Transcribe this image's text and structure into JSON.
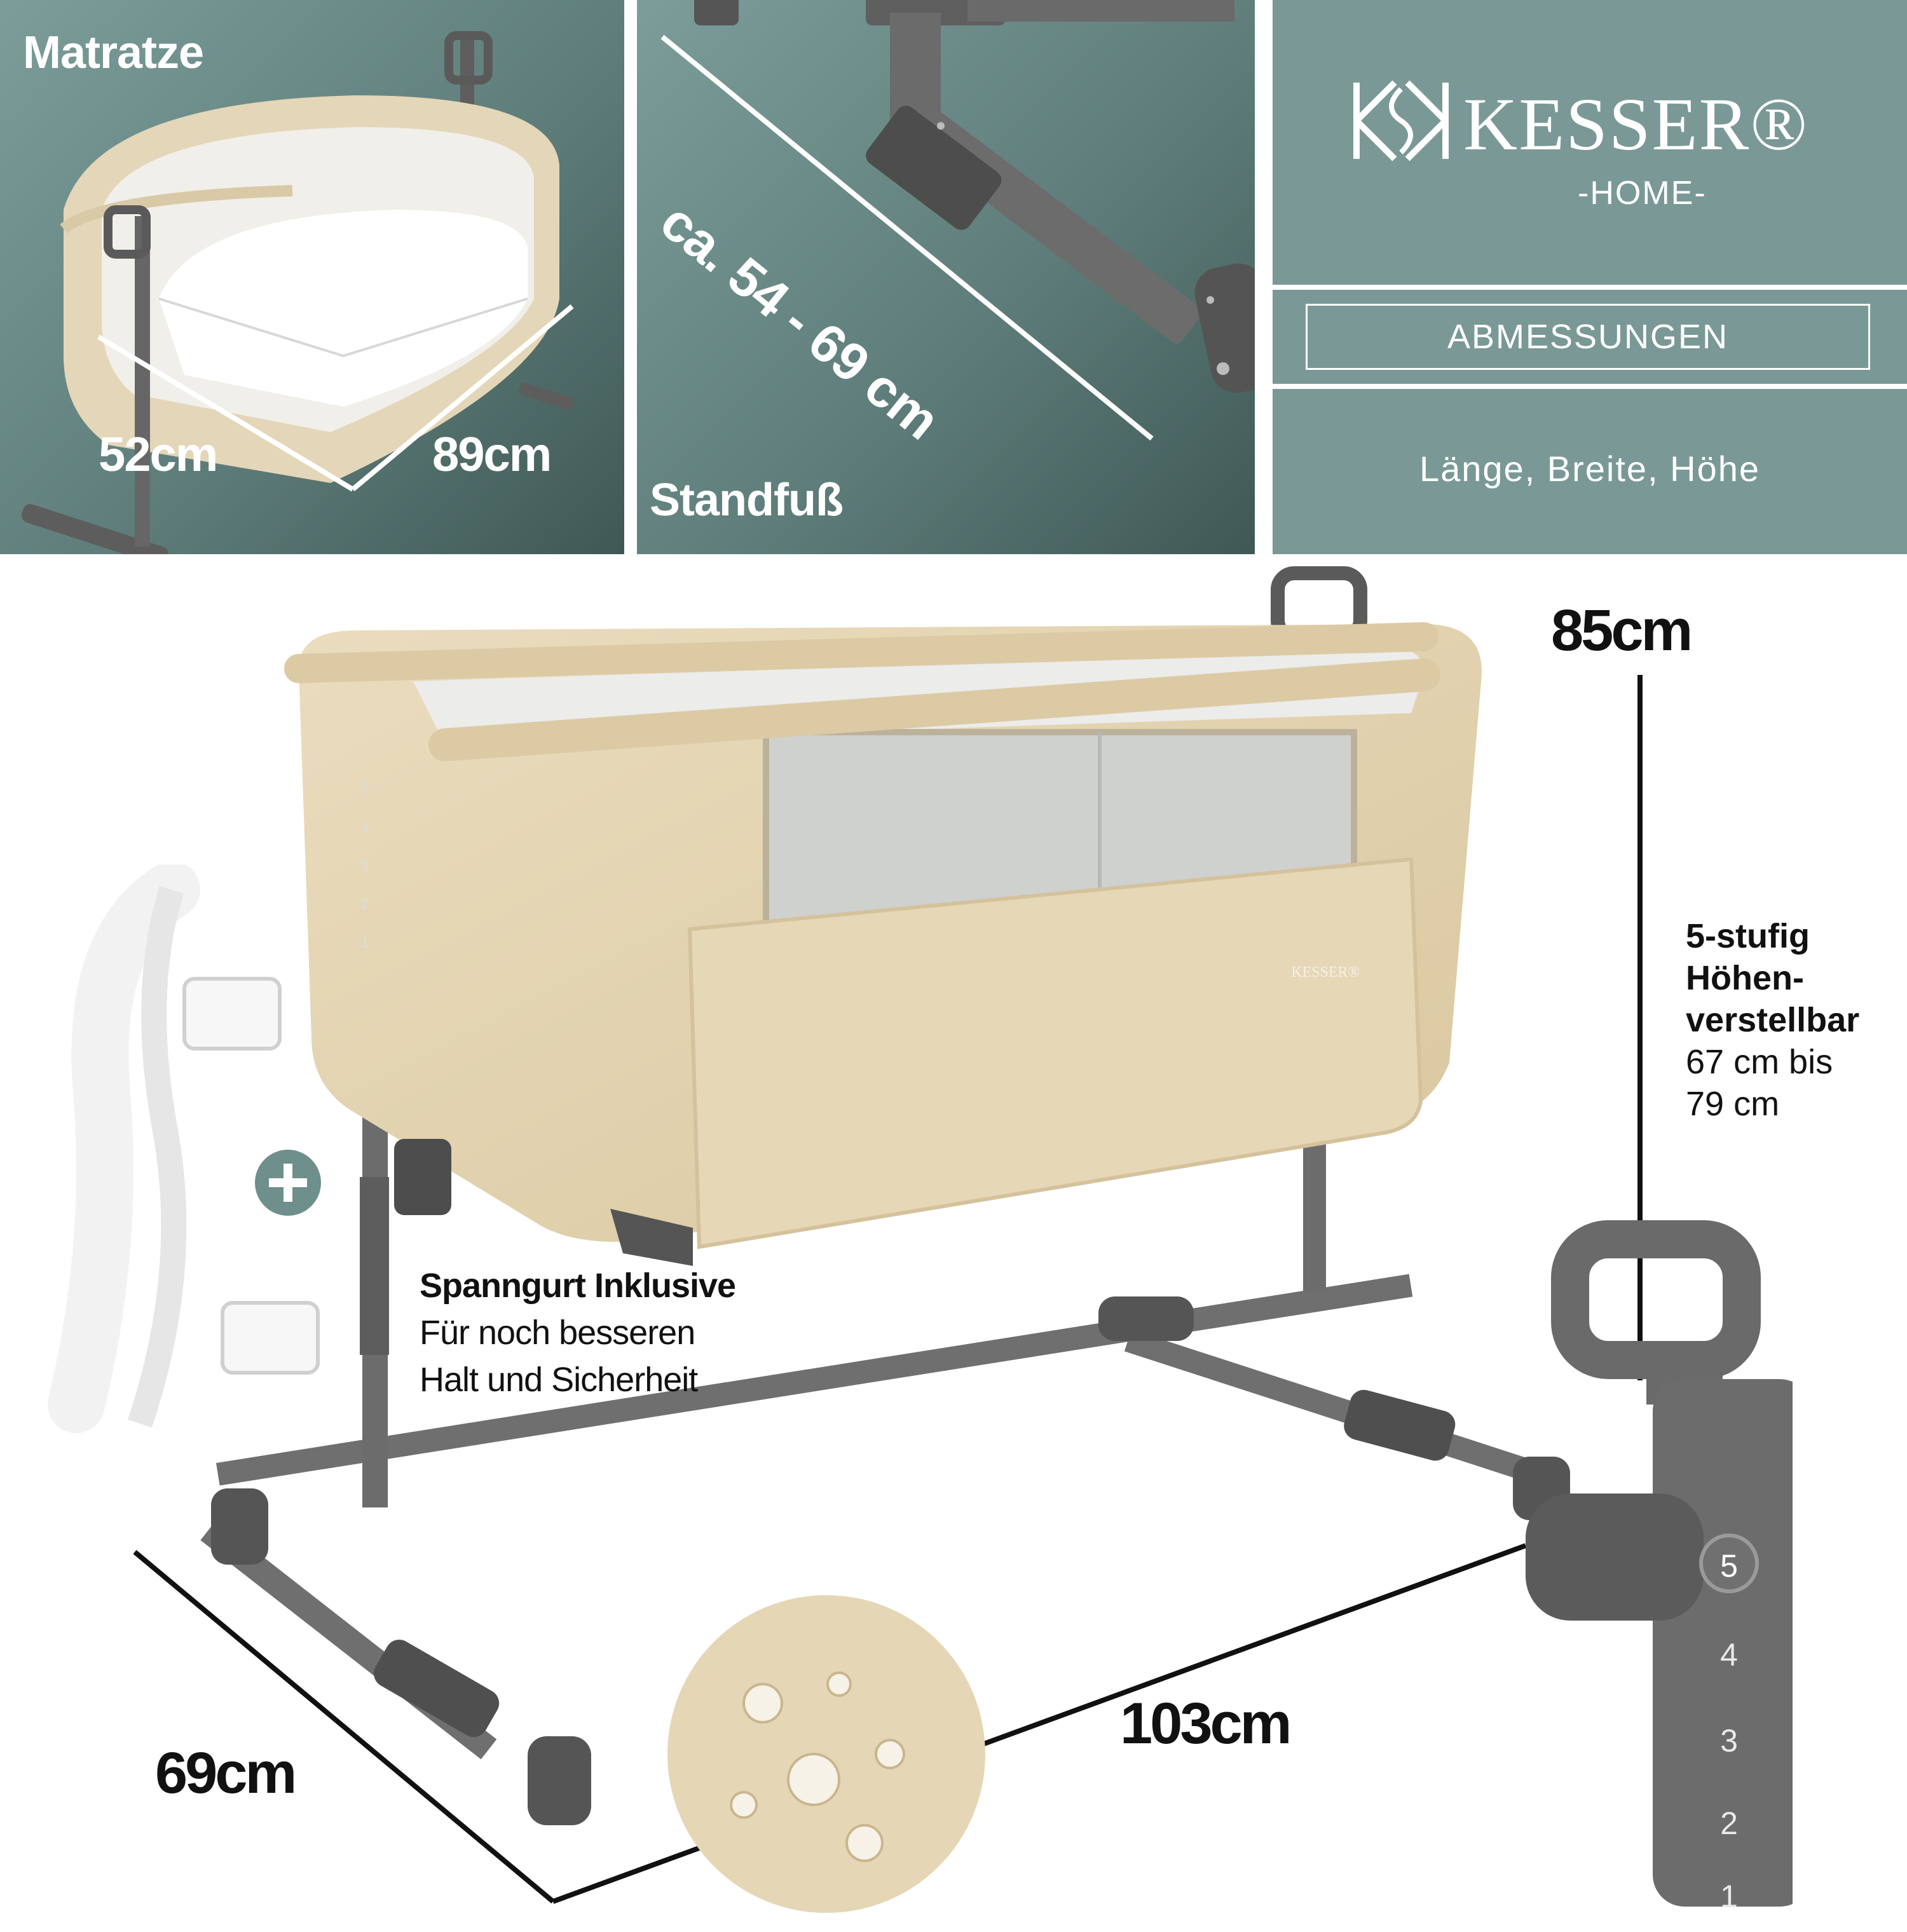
{
  "panels": {
    "mattress": {
      "title": "Matratze",
      "width": "52cm",
      "length": "89cm"
    },
    "stand": {
      "title": "Standfuß",
      "length": "ca. 54 - 69 cm"
    },
    "brand": {
      "name": "KESSER®",
      "sub": "-HOME-",
      "section": "ABMESSUNGEN",
      "note": "Länge, Breite, Höhe"
    }
  },
  "main": {
    "height_total": "85cm",
    "width_total": "103cm",
    "depth_total": "69cm",
    "height_adjust": {
      "line1": "5-stufig",
      "line2": "Höhen-",
      "line3": "verstellbar",
      "line4": "67 cm bis",
      "line5": "79 cm"
    },
    "strap": {
      "title": "Spanngurt Inklusive",
      "line1": "Für noch besseren",
      "line2": "Halt und Sicherheit"
    },
    "scale_levels": [
      "5",
      "4",
      "3",
      "2",
      "1"
    ],
    "product_logo": "KESSER®"
  },
  "colors": {
    "teal_panel": "#6f8f8c",
    "fabric_beige": "#e3d4b4",
    "frame_gray": "#6e6e6e"
  }
}
